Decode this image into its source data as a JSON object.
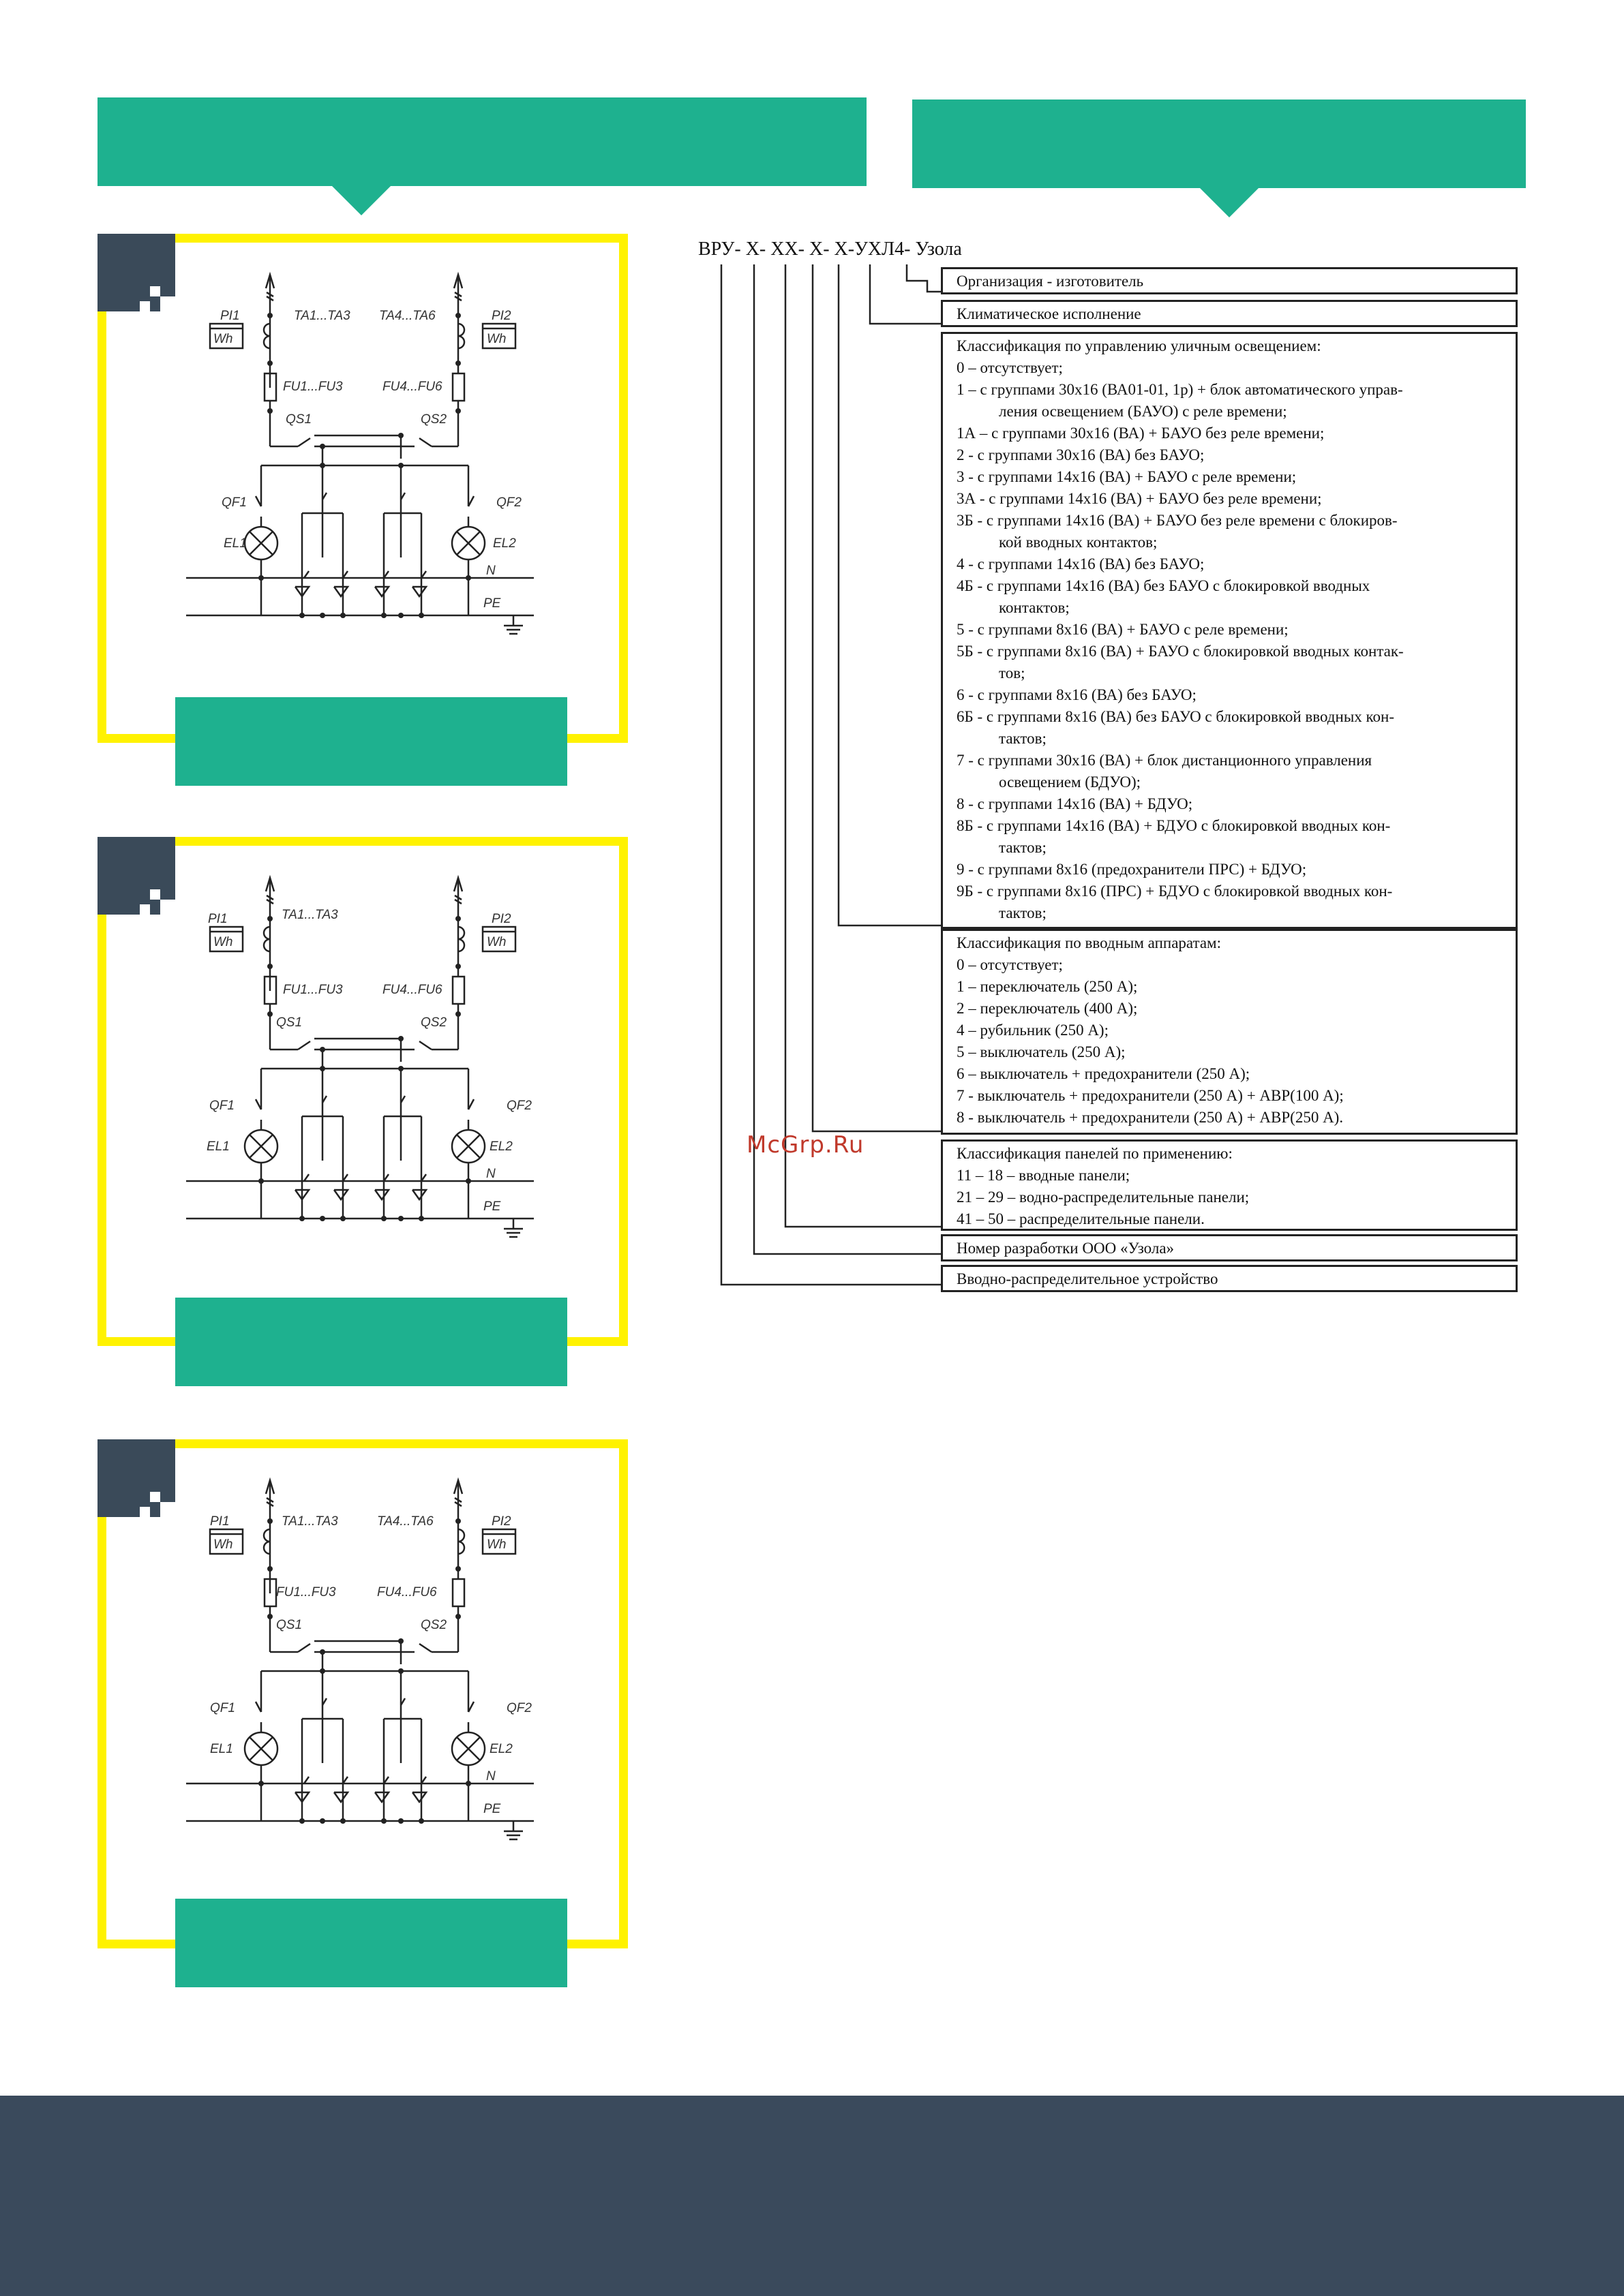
{
  "diagram_labels": {
    "pi1": "PI1",
    "pi2": "PI2",
    "wh": "Wh",
    "ta1": "TA1...TA3",
    "ta2": "TA4...TA6",
    "fu1": "FU1...FU3",
    "fu2": "FU4...FU6",
    "qs1": "QS1",
    "qs2": "QS2",
    "qf1": "QF1",
    "qf2": "QF2",
    "el1": "EL1",
    "el2": "EL2",
    "n": "N",
    "pe": "PE"
  },
  "scheme": {
    "code": "ВРУ- Х- ХХ- Х- Х-УХЛ4- Узола",
    "org_box": "Организация - изготовитель",
    "climate_box": "Климатическое исполнение",
    "lighting_box": [
      "Классификация по управлению уличным освещением:",
      "0 – отсутствует;",
      "1 – с группами 30х16 (ВА01-01, 1р) + блок автоматического управ-",
      "ления освещением (БАУО) с реле времени;",
      "1А – с группами 30х16 (ВА) + БАУО без реле времени;",
      "2 - с группами 30х16 (ВА) без БАУО;",
      "3 - с группами 14х16 (ВА) + БАУО с реле времени;",
      "3А - с группами 14х16 (ВА) + БАУО без реле времени;",
      "3Б - с группами 14х16 (ВА) + БАУО без реле времени с блокиров-",
      "кой вводных контактов;",
      "4 - с группами 14х16 (ВА) без БАУО;",
      "4Б - с группами 14х16 (ВА) без БАУО с блокировкой вводных",
      "контактов;",
      "5 - с группами 8х16 (ВА) + БАУО с реле времени;",
      "5Б - с группами 8х16 (ВА) + БАУО с блокировкой вводных контак-",
      "тов;",
      "6 - с группами 8х16 (ВА) без БАУО;",
      "6Б - с группами 8х16 (ВА) без БАУО с блокировкой вводных кон-",
      "тактов;",
      "7 - с группами 30х16 (ВА) + блок дистанционного управления",
      "освещением (БДУО);",
      "8 - с группами 14х16 (ВА) + БДУО;",
      "8Б - с группами 14х16 (ВА) + БДУО с блокировкой вводных кон-",
      "тактов;",
      "9 - с группами 8х16 (предохранители ПРС) + БДУО;",
      "9Б - с группами 8х16 (ПРС) + БДУО с блокировкой вводных кон-",
      "тактов;"
    ],
    "input_box": [
      "Классификация по вводным аппаратам:",
      "0 – отсутствует;",
      "1 – переключатель (250 А);",
      "2 – переключатель (400 А);",
      "4 – рубильник (250 А);",
      "5 – выключатель (250 А);",
      "6 – выключатель + предохранители (250 А);",
      "7 - выключатель + предохранители (250 А) + АВР(100 А);",
      "8 - выключатель + предохранители (250 А) + АВР(250 А)."
    ],
    "panels_box": [
      "Классификация панелей по применению:",
      "11 – 18 – вводные панели;",
      "21 – 29 – водно-распределительные панели;",
      "41 – 50 – распределительные панели."
    ],
    "dev_box": "Номер разработки ООО «Узола»",
    "device_box": "Вводно-распределительное устройство"
  },
  "watermark": "McGrp.Ru",
  "colors": {
    "green": "#1eb18f",
    "yellow": "#fff200",
    "navy": "#3a4a5c"
  }
}
